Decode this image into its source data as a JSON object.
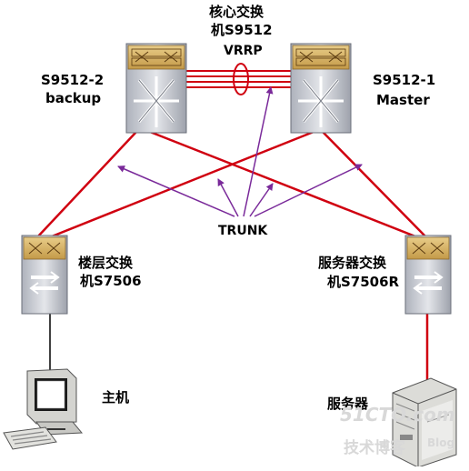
{
  "labels": {
    "core_title_line1": "核心交换",
    "core_title_line2": "机S9512",
    "vrrp": "VRRP",
    "core_left_line1": "S9512-2",
    "core_left_line2": "backup",
    "core_right_line1": "S9512-1",
    "core_right_line2": "Master",
    "trunk": "TRUNK",
    "floor_line1": "楼层交换",
    "floor_line2": "机S7506",
    "server_sw_line1": "服务器交换",
    "server_sw_line2": "机S7506R",
    "host": "主机",
    "server": "服务器"
  },
  "watermark": {
    "line1": "51CTO.com",
    "line2": "技术博客",
    "line3": "Blog"
  },
  "colors": {
    "link": "#d00010",
    "trunk_arrow": "#7a2a9a",
    "switch_body": "#bcc0c8",
    "switch_top": "#d8b870",
    "background": "#ffffff"
  }
}
